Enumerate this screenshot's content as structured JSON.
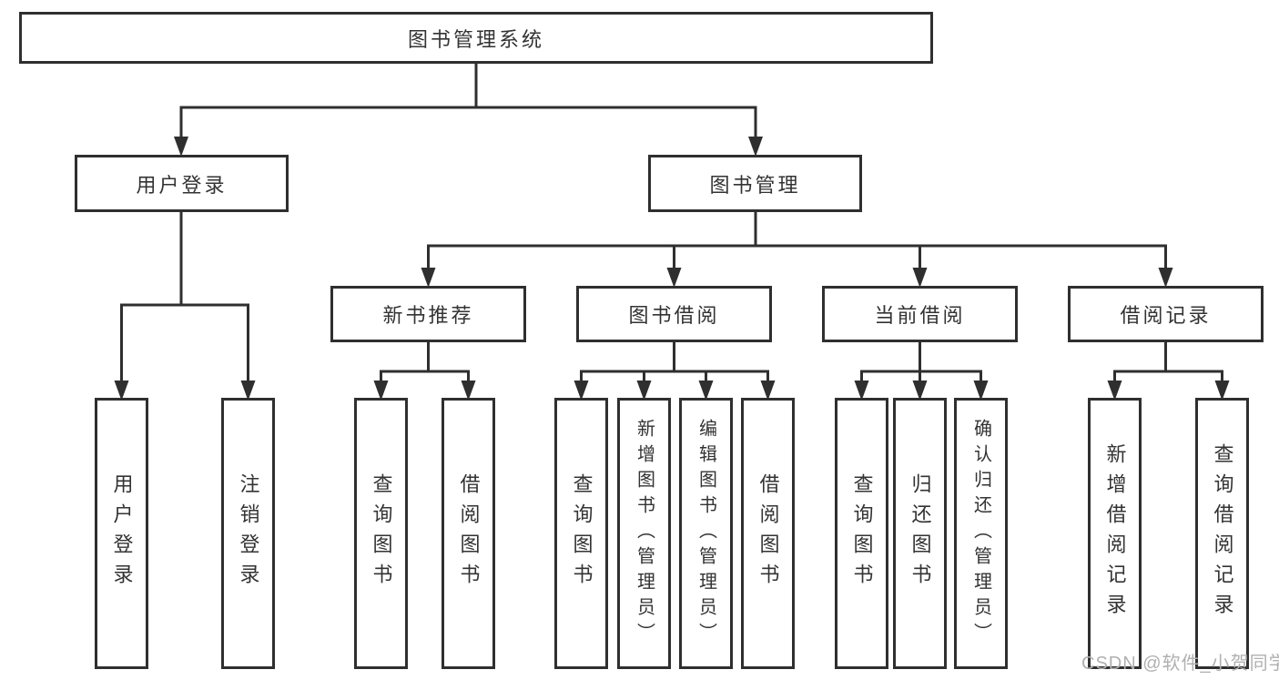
{
  "diagram": {
    "title": "图书管理系统",
    "nodes": {
      "user_login": "用户登录",
      "book_management": "图书管理",
      "new_book_recommendation": "新书推荐",
      "book_borrowing": "图书借阅",
      "current_borrowing": "当前借阅",
      "borrowing_records": "借阅记录"
    },
    "leaves": {
      "user_login": "用户登录",
      "logout": "注销登录",
      "rec_query_books": "查询图书",
      "rec_borrow_books": "借阅图书",
      "borrow_query_books": "查询图书",
      "borrow_add_books_admin": "新增图书（管理员）",
      "borrow_edit_books_admin": "编辑图书（管理员）",
      "borrow_borrow_books": "借阅图书",
      "current_query_books": "查询图书",
      "current_return_books": "归还图书",
      "current_confirm_return_admin": "确认归还（管理员）",
      "records_add_record": "新增借阅记录",
      "records_query_record": "查询借阅记录"
    },
    "colors": {
      "line": "#2f2f2f",
      "text": "#333333",
      "watermark": "#b0b0b0"
    },
    "watermark": "CSDN @软件_小贺同学"
  }
}
